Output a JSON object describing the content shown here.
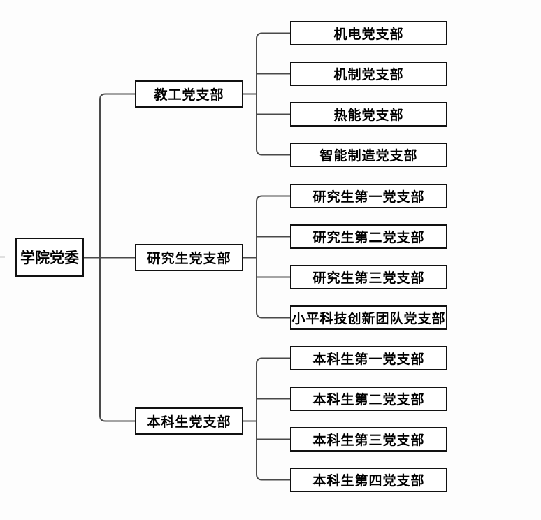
{
  "org": {
    "root": {
      "label": "学院党委"
    },
    "branches": [
      {
        "label": "教工党支部",
        "children": [
          {
            "label": "机电党支部"
          },
          {
            "label": "机制党支部"
          },
          {
            "label": "热能党支部"
          },
          {
            "label": "智能制造党支部"
          }
        ]
      },
      {
        "label": "研究生党支部",
        "children": [
          {
            "label": "研究生第一党支部"
          },
          {
            "label": "研究生第二党支部"
          },
          {
            "label": "研究生第三党支部"
          },
          {
            "label": "小平科技创新团队党支部"
          }
        ]
      },
      {
        "label": "本科生党支部",
        "children": [
          {
            "label": "本科生第一党支部"
          },
          {
            "label": "本科生第二党支部"
          },
          {
            "label": "本科生第三党支部"
          },
          {
            "label": "本科生第四党支部"
          }
        ]
      }
    ],
    "colors": {
      "connector": "#4a4a4a",
      "box_border": "#111111",
      "box_fill": "#ffffff",
      "background": "#fdfdfd",
      "text": "#000000"
    }
  }
}
